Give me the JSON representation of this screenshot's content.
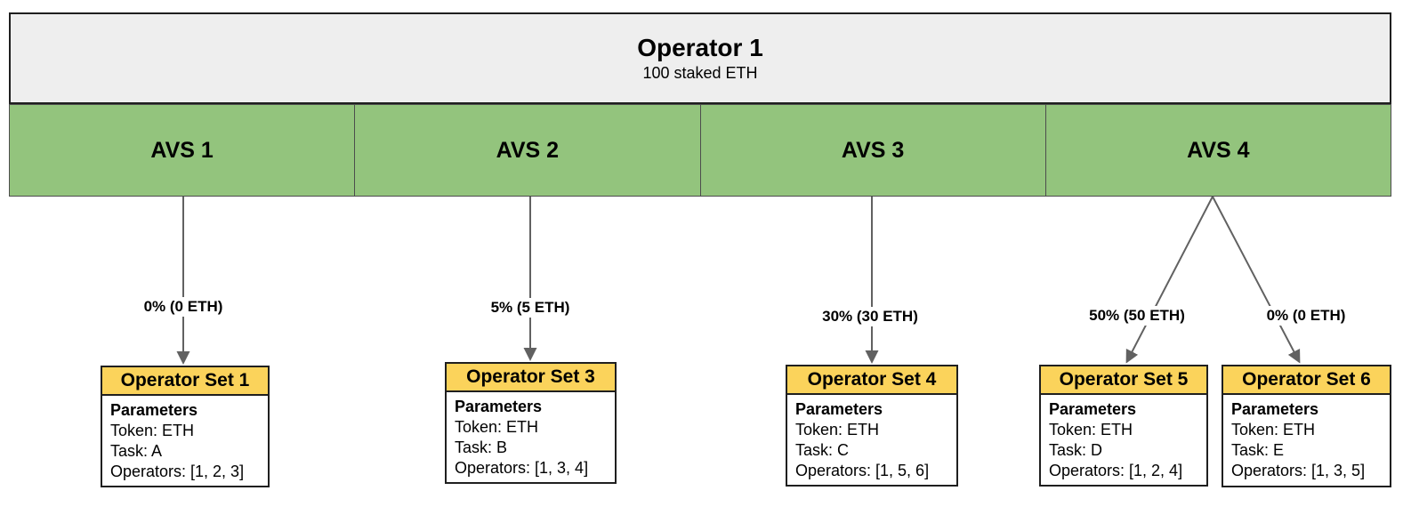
{
  "operator": {
    "title": "Operator 1",
    "subtitle": "100 staked ETH"
  },
  "avs_sections": [
    {
      "label": "AVS 1"
    },
    {
      "label": "AVS 2"
    },
    {
      "label": "AVS 3"
    },
    {
      "label": "AVS 4"
    }
  ],
  "allocations": [
    {
      "label": "0% (0 ETH)",
      "from_avs": "AVS 1",
      "to_set": "Operator Set 1"
    },
    {
      "label": "5% (5 ETH)",
      "from_avs": "AVS 2",
      "to_set": "Operator Set 3"
    },
    {
      "label": "30% (30 ETH)",
      "from_avs": "AVS 3",
      "to_set": "Operator Set 4"
    },
    {
      "label": "50% (50 ETH)",
      "from_avs": "AVS 4",
      "to_set": "Operator Set 5"
    },
    {
      "label": "0% (0 ETH)",
      "from_avs": "AVS 4",
      "to_set": "Operator Set 6"
    }
  ],
  "operator_sets": [
    {
      "title": "Operator Set 1",
      "params_heading": "Parameters",
      "token": "Token: ETH",
      "task": "Task: A",
      "operators": "Operators: [1, 2, 3]"
    },
    {
      "title": "Operator Set 3",
      "params_heading": "Parameters",
      "token": "Token: ETH",
      "task": "Task: B",
      "operators": "Operators: [1, 3, 4]"
    },
    {
      "title": "Operator Set 4",
      "params_heading": "Parameters",
      "token": "Token: ETH",
      "task": "Task: C",
      "operators": "Operators: [1, 5, 6]"
    },
    {
      "title": "Operator Set 5",
      "params_heading": "Parameters",
      "token": "Token: ETH",
      "task": "Task: D",
      "operators": "Operators: [1, 2, 4]"
    },
    {
      "title": "Operator Set 6",
      "params_heading": "Parameters",
      "token": "Token: ETH",
      "task": "Task: E",
      "operators": "Operators: [1, 3, 5]"
    }
  ],
  "colors": {
    "green": "#93C47D",
    "yellow": "#FBD35B",
    "gray": "#EEEEEE",
    "arrow": "#616161",
    "border_dark": "#1F1F1F",
    "border_mid": "#4D4D4D"
  }
}
